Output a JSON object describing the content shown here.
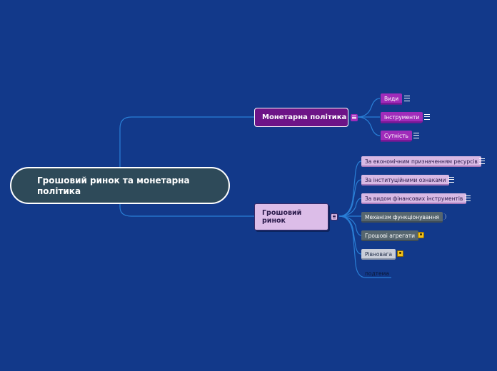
{
  "root": {
    "label": "Грошовий ринок та монетарна політика"
  },
  "monetary": {
    "label": "Монетарна політика",
    "children": [
      "Види",
      "Інструменти",
      "Сутність"
    ]
  },
  "money_market": {
    "label": "Грошовий ринок",
    "children": [
      "За економічним призначенням ресурсів",
      "За інституційними ознаками",
      "За видом фінансових інструментів",
      "Механізм функціонування",
      "Грошові агрегати",
      "Рівновага",
      "подтема"
    ]
  },
  "colors": {
    "background": "#12398a",
    "root": "#2e4a59",
    "monetary": "#6d1487",
    "money_market": "#dcbde8",
    "connector": "#2a7fd6"
  }
}
